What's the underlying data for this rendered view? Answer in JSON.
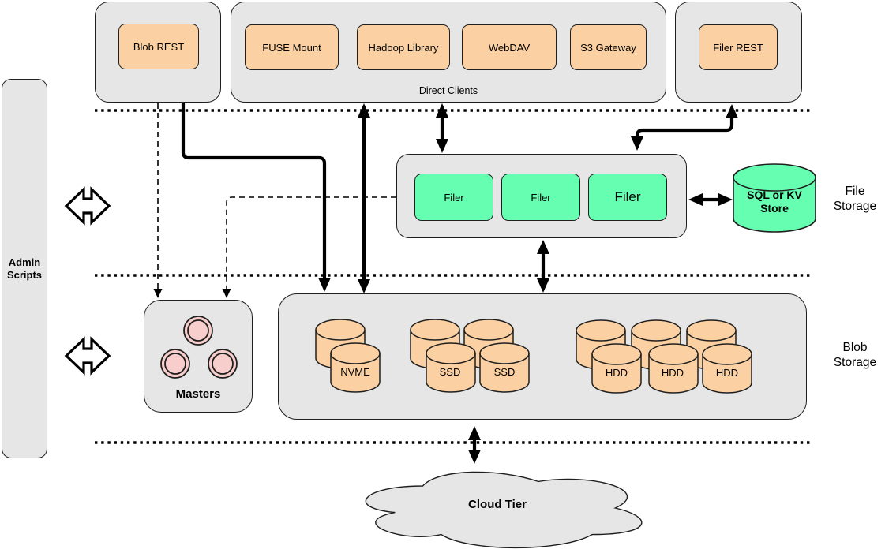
{
  "admin_panel": {
    "label": "Admin Scripts"
  },
  "top_row": {
    "blob_rest": {
      "label": "Blob REST"
    },
    "direct_clients": {
      "label": "Direct Clients",
      "items": [
        {
          "label": "FUSE Mount"
        },
        {
          "label": "Hadoop Library"
        },
        {
          "label": "WebDAV"
        },
        {
          "label": "S3 Gateway"
        }
      ]
    },
    "filer_rest": {
      "label": "Filer REST"
    }
  },
  "file_storage": {
    "section_label": "File Storage",
    "filers": [
      {
        "label": "Filer"
      },
      {
        "label": "Filer"
      },
      {
        "label": "Filer"
      }
    ],
    "kv_store": {
      "label": "SQL or KV Store"
    }
  },
  "blob_storage": {
    "section_label": "Blob Storage",
    "masters": {
      "label": "Masters"
    },
    "drives": [
      {
        "label": "NVME"
      },
      {
        "label": "SSD"
      },
      {
        "label": "SSD"
      },
      {
        "label": "HDD"
      },
      {
        "label": "HDD"
      },
      {
        "label": "HDD"
      }
    ]
  },
  "cloud_tier": {
    "label": "Cloud Tier"
  },
  "colors": {
    "container_fill": "#e6e6e6",
    "client_fill": "#fbd0a2",
    "filer_fill": "#66ffb2",
    "master_fill": "#f8cecc",
    "stroke": "#000000"
  }
}
